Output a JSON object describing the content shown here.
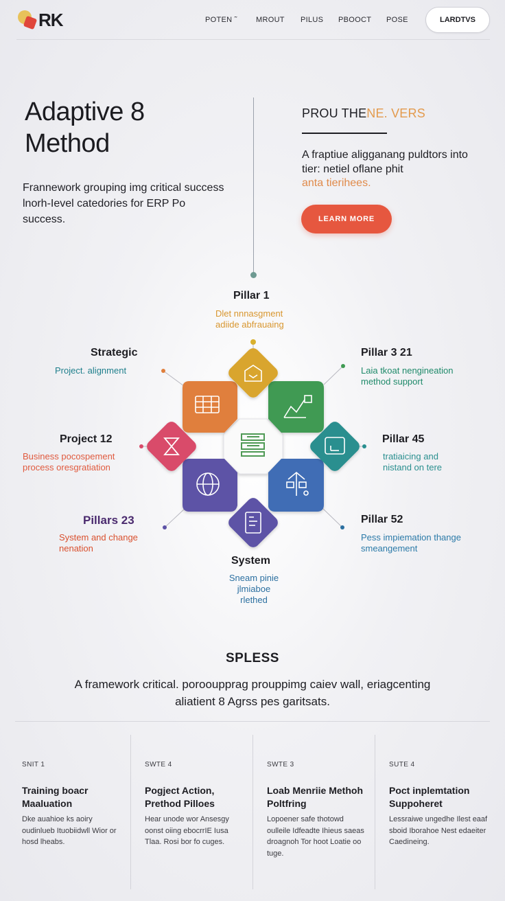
{
  "nav": {
    "logo": "RK",
    "links": [
      "POTEN ˜",
      "MROUT",
      "PILUS",
      "PBOOCT",
      "POSE"
    ],
    "cta": "LARDTVS"
  },
  "hero": {
    "title_line1": "Adaptive 8",
    "title_line2": "Method",
    "subtitle": "Frannework grouping img critical success lnorh-Ievel catedories for ERP Po success.",
    "right_heading_a": "PROU THE",
    "right_heading_b": "NE. VERS",
    "right_text": "A fraptiue aligganang puldtors into tier: netiel oflane phit",
    "right_text_accent": "anta tierihees.",
    "cta": "LEARN MORE"
  },
  "diagram": {
    "pillars": [
      {
        "title": "Pillar 1",
        "desc1": "Dlet nnnasgment",
        "desc2": "adiide abfrauaing",
        "color": "#d8962f"
      },
      {
        "title": "Strategic",
        "desc1": "Project. alignment",
        "desc2": "",
        "color": "#1f7f8c"
      },
      {
        "title": "Pillar 3 21",
        "desc1": "Laia tkoat nengineation",
        "desc2": "method support",
        "color": "#1f8a6a"
      },
      {
        "title": "Project 12",
        "desc1": "Business pocospement",
        "desc2": "process oresgratiation",
        "color": "#e05a3e"
      },
      {
        "title": "Pillar 45",
        "desc1": "tratiaicing and",
        "desc2": "nistand on tere",
        "color": "#2a8f8f"
      },
      {
        "title": "Pillars 23",
        "desc1": "System and change",
        "desc2": "nenation",
        "color": "#d9502e"
      },
      {
        "title": "Pillar 52",
        "desc1": "Pess impiemation thange",
        "desc2": "smeangement",
        "color": "#2b7aa8"
      },
      {
        "title": "System",
        "desc1": "Sneam pinie",
        "desc2": "jlmiaboe",
        "desc3": "rlethed",
        "color": "#2b6fa0"
      }
    ],
    "tile_colors": {
      "top": "#d9a52e",
      "top_right": "#3f9a52",
      "right": "#2a8f8f",
      "bottom_right": "#3f6db5",
      "bottom": "#5d52a6",
      "bottom_left": "#5d52a6",
      "left": "#d94b6a",
      "top_left": "#e07f3c",
      "center": "#4f9a55"
    }
  },
  "summary": {
    "title": "SPLESS",
    "text": "A framework critical. porooupprag prouppimg caiev wall, eriagcenting aliatient 8 Agrss pes garitsats."
  },
  "steps": [
    {
      "num": "SNIT 1",
      "title": "Training boacr Maaluation",
      "desc": "Dke auahioe ks aoiry oudinlueb Ituobiidwll Wior or hosd lheabs."
    },
    {
      "num": "SWTE 4",
      "title": "Pogject Action, Prethod Pilloes",
      "desc": "Hear unode wor Ansesgy oonst oiing ebocrrIE Iusa Tlaa. Rosi bor fo cuges."
    },
    {
      "num": "SWTE 3",
      "title": "Loab Menriie Methoh Poltfring",
      "desc": "Lopoener safe thotowd oulleile Idfeadte Ihieus saeas droagnoh Tor hoot Loatie oo tuge."
    },
    {
      "num": "SUTE 4",
      "title": "Poct inplemtation Suppoheret",
      "desc": "Lessraiwe ungedhe Ilest eaaf sboid Iborahoe Nest edaeiter Caedineing."
    }
  ]
}
